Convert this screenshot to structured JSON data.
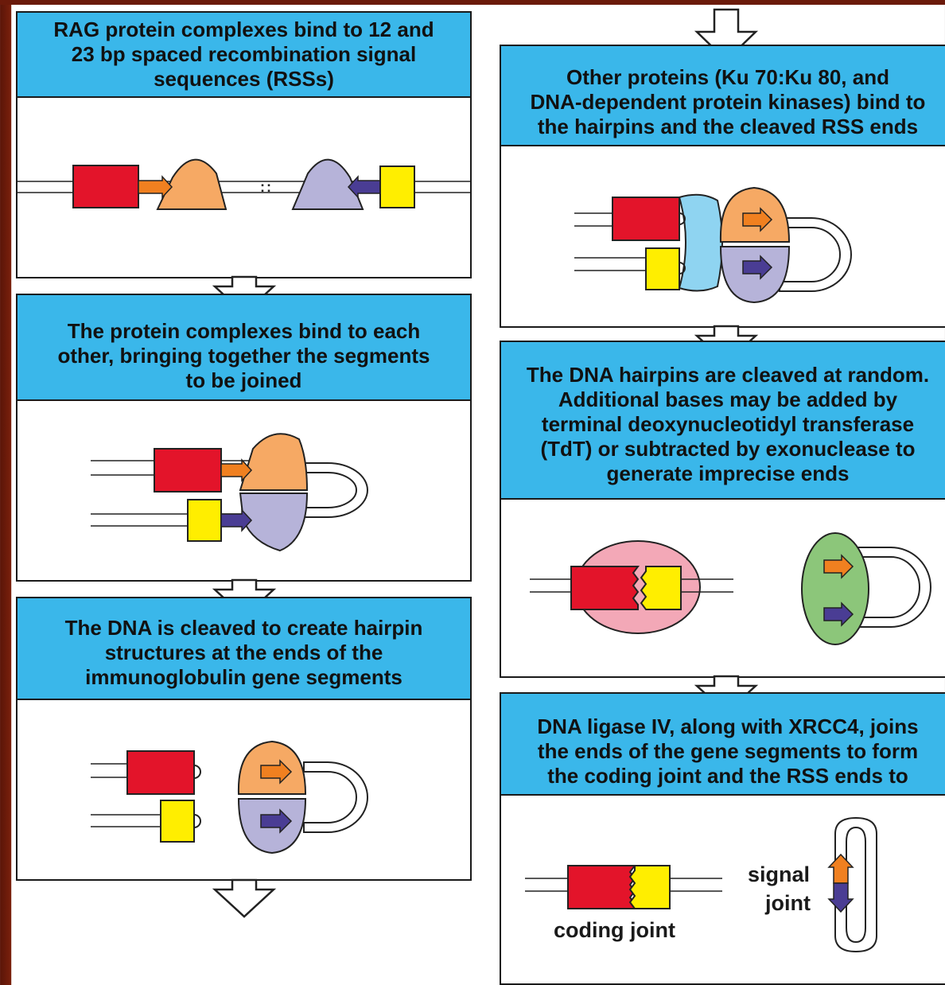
{
  "steps": [
    {
      "text": "RAG protein complexes bind to 12 and\n23 bp spaced recombination signal\nsequences (RSSs)"
    },
    {
      "text": "The protein complexes bind to each\nother, bringing together the segments\nto be joined"
    },
    {
      "text": "The DNA is cleaved to create hairpin\nstructures at the ends of the\nimmunoglobulin gene segments"
    },
    {
      "text": "Other proteins (Ku 70:Ku 80, and\nDNA-dependent protein kinases) bind to\nthe hairpins and the cleaved RSS ends"
    },
    {
      "text": "The DNA hairpins are cleaved at random.\nAdditional bases may be added by\nterminal  deoxynucleotidyl transferase\n(TdT) or subtracted by exonuclease to\ngenerate imprecise ends"
    },
    {
      "text": "DNA ligase IV, along with XRCC4, joins\nthe ends of the gene segments to form\nthe coding joint and the RSS ends to"
    }
  ],
  "labels": {
    "coding_joint": "coding joint",
    "signal": "signal",
    "joint": "joint"
  },
  "colors": {
    "header_fill": "#3ab7ea",
    "gene_segment_red": "#e3142a",
    "gene_segment_yellow": "#ffee00",
    "rag_orange": "#f6a964",
    "rag_lavender": "#b6b3d9",
    "rss12_arrow": "#f08020",
    "rss23_arrow": "#4a3d94",
    "ku_blue": "#8fd4f1",
    "tdt_pink": "#f3a8b7",
    "ligase_green": "#8cc67a",
    "background": "#7a200c"
  }
}
